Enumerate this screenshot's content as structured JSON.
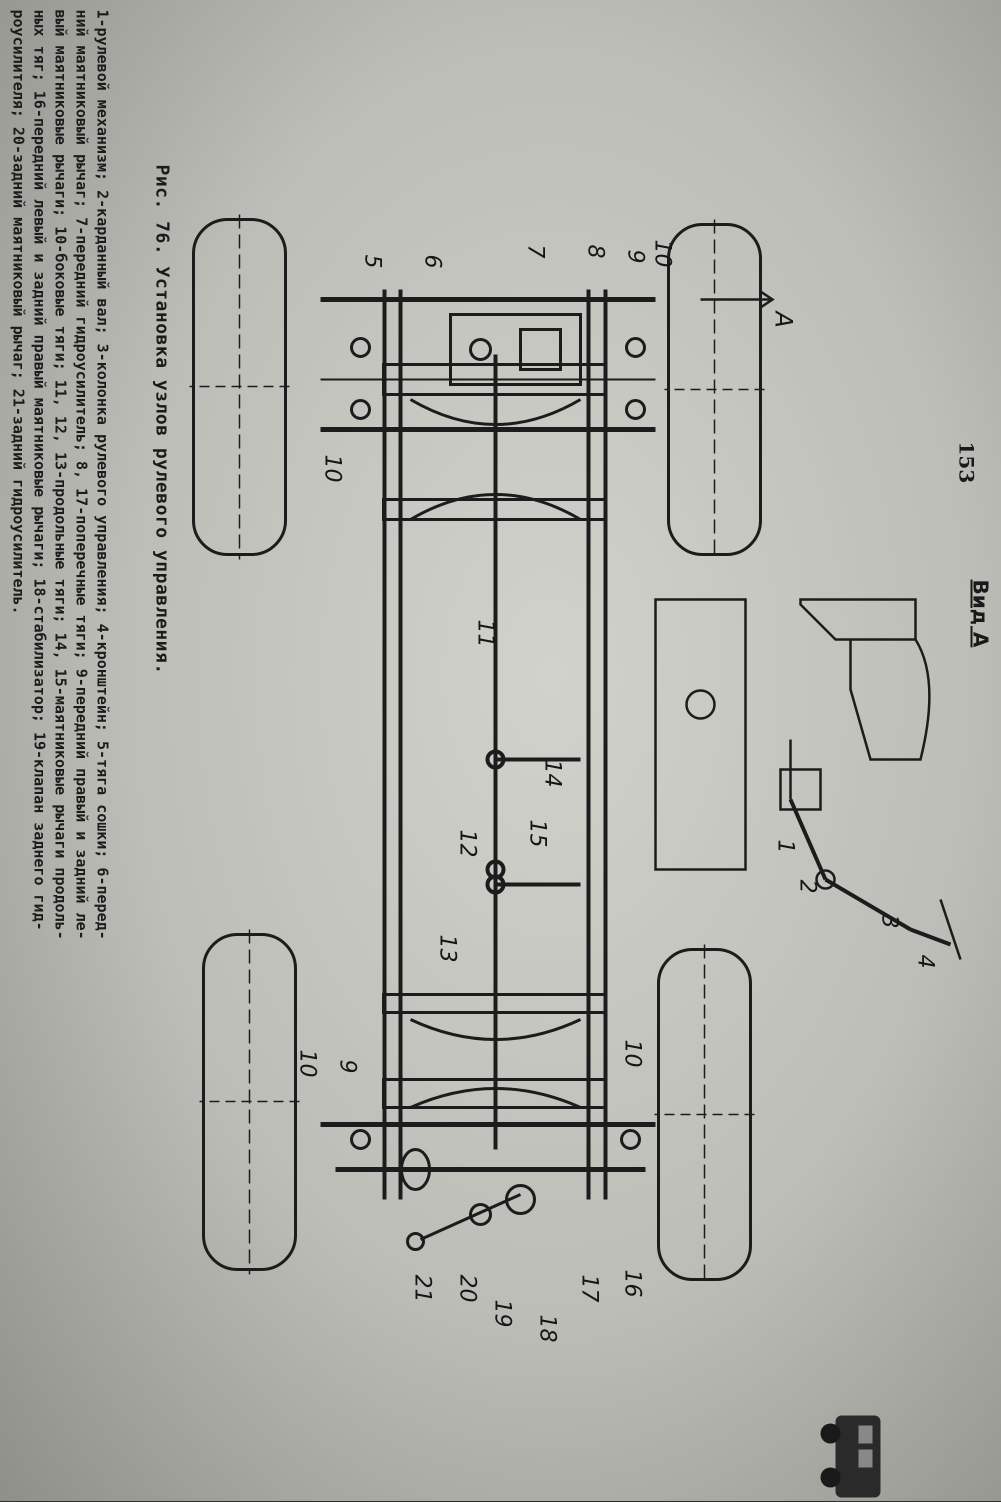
{
  "page": {
    "number": "153"
  },
  "view": {
    "label": "Вид А"
  },
  "caption": {
    "text": "Рис. 76. Установка узлов рулевого управления."
  },
  "legend": {
    "lines": [
      "1-рулевой механизм; 2-карданный вал; 3-колонка рулевого управления; 4-кронштейн; 5-тяга сошки; 6-перед-",
      "ний маятниковый рычаг; 7-передний гидроусилитель; 8, 17-поперечные тяги; 9-передний правый и задний ле-",
      "вый маятниковые рычаги; 10-боковые тяги; 11, 12, 13-продольные тяги; 14, 15-маятниковые рычаги продоль-",
      "ных тяг; 16-передний левый и задний правый маятниковые рычаги; 18-стабилизатор; 19-клапан заднего гид-",
      "роусилителя; 20-задний маятниковый рычаг; 21-задний гидроусилитель."
    ]
  },
  "callouts": {
    "c1": "1",
    "c2": "2",
    "c3": "3",
    "c4": "4",
    "c5": "5",
    "c6": "6",
    "c7": "7",
    "c8": "8",
    "c9a": "9",
    "c9b": "9",
    "c10a": "10",
    "c10b": "10",
    "c10c": "10",
    "c10d": "10",
    "c11": "11",
    "c12": "12",
    "c13": "13",
    "c14": "14",
    "c15": "15",
    "c16": "16",
    "c17": "17",
    "c18": "18",
    "c19": "19",
    "c20": "20",
    "c21": "21",
    "arrowA": "А"
  }
}
